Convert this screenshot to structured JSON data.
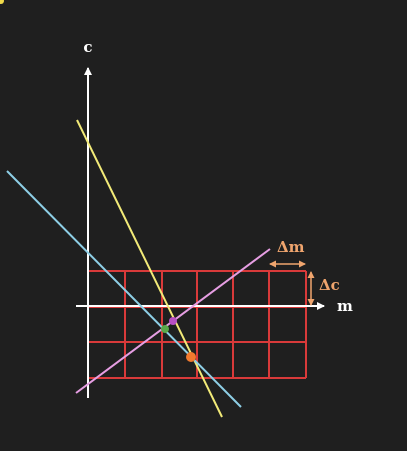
{
  "axes": {
    "vertical_label": "c",
    "horizontal_label": "m"
  },
  "grid": {
    "columns": 6,
    "rows": 3,
    "m_step_label": "Δm",
    "c_step_label": "Δc"
  },
  "lines": [
    {
      "name": "yellow-line",
      "color": "#f2ea78"
    },
    {
      "name": "blue-line",
      "color": "#8ecfe6"
    },
    {
      "name": "pink-line",
      "color": "#e69ee3"
    }
  ],
  "points": [
    {
      "name": "green-point",
      "color": "#5aa84a"
    },
    {
      "name": "purple-point",
      "color": "#b84fc4"
    },
    {
      "name": "orange-point",
      "color": "#f07a2e"
    }
  ],
  "colors": {
    "background": "#1f1f1f",
    "axis": "#ffffff",
    "grid": "#d93a3a",
    "annotation": "#f0a56e",
    "corner_dot": "#f0d94a"
  }
}
